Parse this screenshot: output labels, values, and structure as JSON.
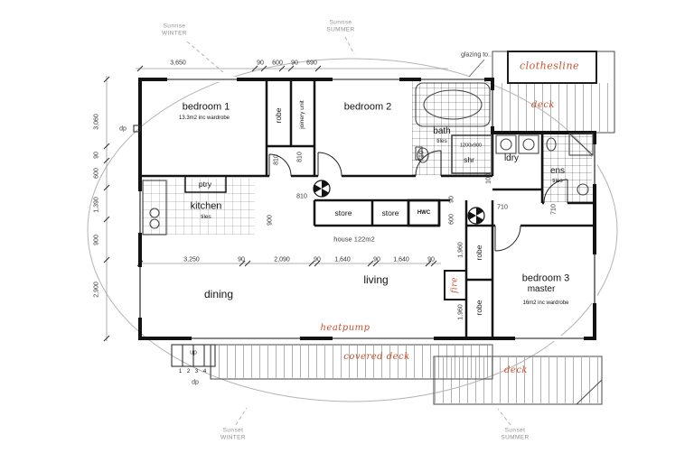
{
  "colors": {
    "ink": "#131313",
    "dimension_text": "#333333",
    "sun_text": "#8f8f8f",
    "handwritten_red": "#c8502e",
    "tile_line": "#c8c8c8",
    "background": "#ffffff"
  },
  "sun": {
    "sunrise_winter": [
      "Sunrise",
      "WINTER"
    ],
    "sunrise_summer": [
      "Sunrise",
      "SUMMER"
    ],
    "sunset_winter": [
      "Sunset",
      "WINTER"
    ],
    "sunset_summer": [
      "Sunset",
      "SUMMER"
    ]
  },
  "script": {
    "clothesline": "clothesline",
    "deck_top": "deck",
    "heatpump": "heatpump",
    "covered_deck": "covered deck",
    "deck_bottom": "deck",
    "fire": "fire"
  },
  "rooms": {
    "bedroom1": {
      "name": "bedroom 1",
      "sub": "13.3m2 inc wardrobe"
    },
    "robe_top": {
      "name": "robe"
    },
    "joinery": {
      "name": "joinery unit"
    },
    "bedroom2": {
      "name": "bedroom 2"
    },
    "bath": {
      "name": "bath",
      "sub": "tiles"
    },
    "shr": {
      "name": "shr",
      "size": "1200x900"
    },
    "ldry": {
      "name": "ldry"
    },
    "ens": {
      "name": "ens",
      "sub": "tiles"
    },
    "ptry": {
      "name": "ptry"
    },
    "kitchen": {
      "name": "kitchen",
      "sub": "tiles"
    },
    "store1": {
      "name": "store"
    },
    "store2": {
      "name": "store"
    },
    "hwc": {
      "name": "HWC"
    },
    "dining": {
      "name": "dining"
    },
    "living": {
      "name": "living"
    },
    "bedroom3": {
      "name": "bedroom 3",
      "sub": "master",
      "sub2": "16m2 inc wardrobe"
    },
    "robe_b3_upper": {
      "name": "robe"
    },
    "robe_b3_lower": {
      "name": "robe"
    }
  },
  "notes": {
    "glazing": "glazing to..",
    "house_area": "house 122m2",
    "up": "up",
    "stair_numbers": "1 2 3 4",
    "dp_left": "dp",
    "dp_bottom": "dp"
  },
  "dims": {
    "top": [
      "3,650",
      "90",
      "600",
      "90",
      "690"
    ],
    "left": [
      "3,060",
      "90",
      "600",
      "1,390",
      "900",
      "2,900"
    ],
    "mid": [
      "3,250",
      "90",
      "2,090",
      "90",
      "1,640",
      "90",
      "1,640",
      "90"
    ],
    "inner": {
      "door_a": "810",
      "door_b": "810",
      "hall": "810",
      "kitchen": "900",
      "bath_door": "710",
      "hall_end": "100",
      "ldry": "710",
      "pass_90": "90",
      "pass_600": "600",
      "robe_upper": "1,960",
      "robe_lower": "1,960",
      "ens_pass": "710"
    }
  }
}
